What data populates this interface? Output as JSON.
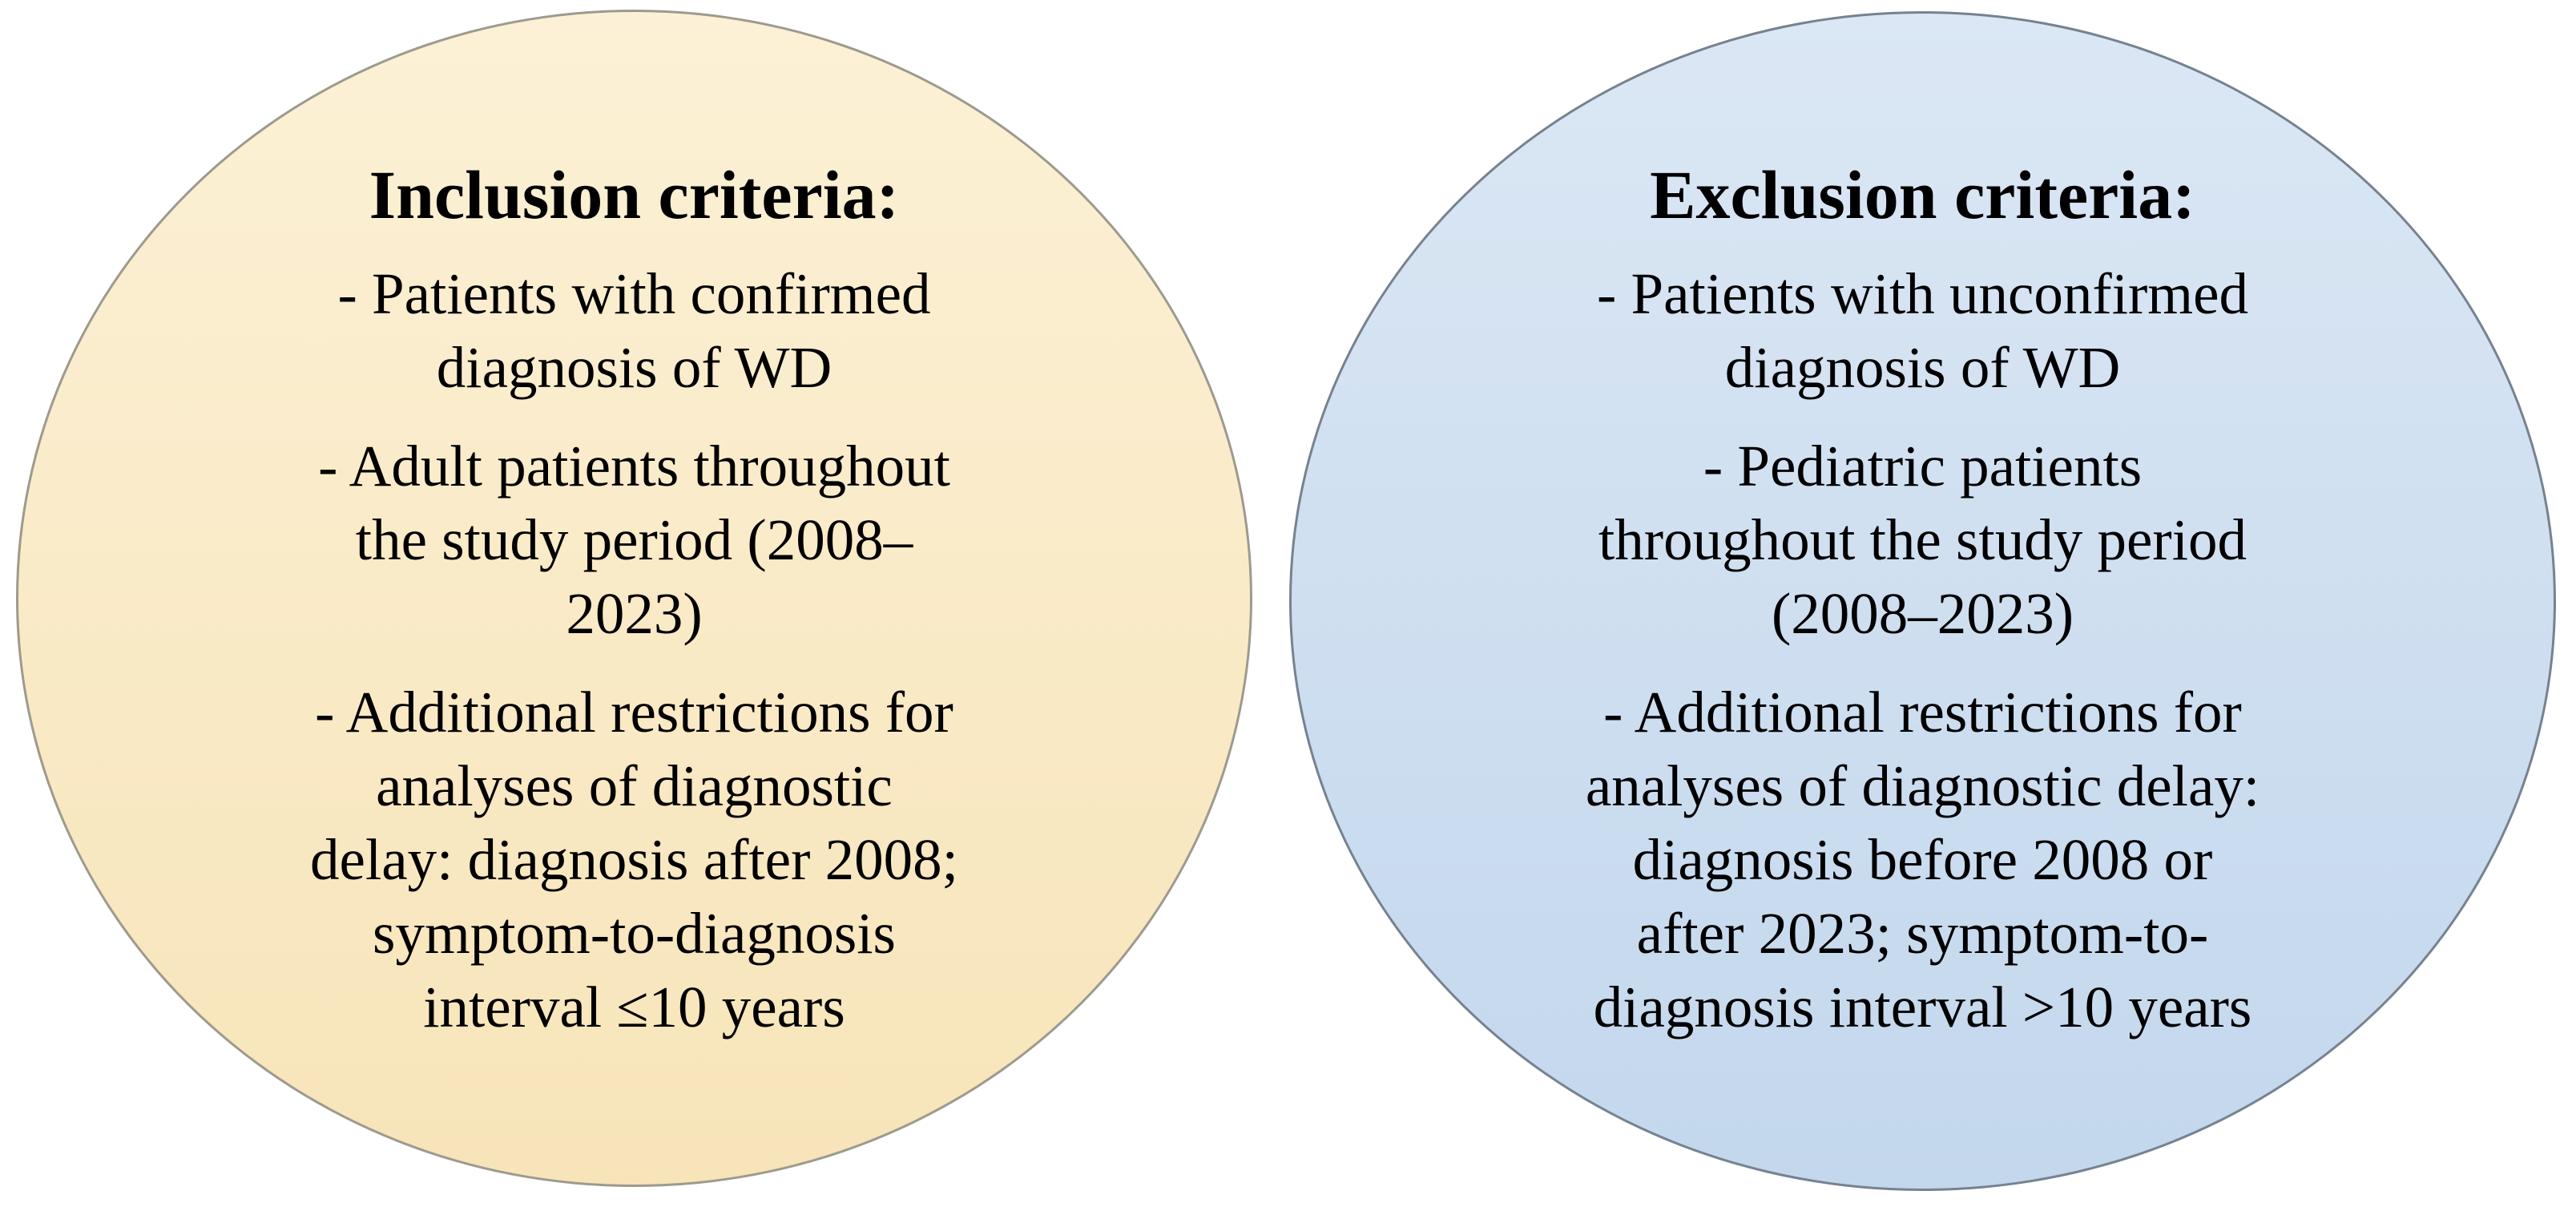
{
  "figure": {
    "description": "Two side-by-side oval shapes listing study inclusion and exclusion criteria"
  },
  "inclusion": {
    "title": "Inclusion criteria:",
    "items": [
      {
        "lines": [
          "- Patients with confirmed",
          "diagnosis of WD"
        ]
      },
      {
        "lines": [
          "- Adult patients throughout",
          "the study period (2008–",
          "2023)"
        ]
      },
      {
        "lines": [
          "- Additional restrictions for",
          "analyses of diagnostic",
          "delay: diagnosis after 2008;",
          "symptom-to-diagnosis",
          "interval ≤10 years"
        ]
      }
    ],
    "colors": {
      "fill_top": "#FCF1D6",
      "fill_bottom": "#F7E4B9",
      "border": "#9D9A8E"
    }
  },
  "exclusion": {
    "title": "Exclusion criteria:",
    "items": [
      {
        "lines": [
          "- Patients with unconfirmed",
          "diagnosis of WD"
        ]
      },
      {
        "lines": [
          "- Pediatric patients",
          "throughout the study period",
          "(2008–2023)"
        ]
      },
      {
        "lines": [
          "- Additional restrictions for",
          "analyses of diagnostic delay:",
          "diagnosis before 2008 or",
          "after 2023; symptom-to-",
          "diagnosis interval >10 years"
        ]
      }
    ],
    "colors": {
      "fill_top": "#DBE7F4",
      "fill_bottom": "#C3D7ED",
      "border": "#76828F"
    }
  }
}
